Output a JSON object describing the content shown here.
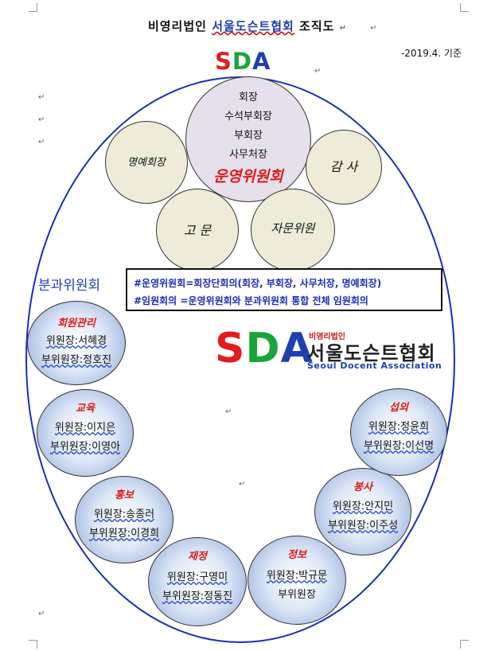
{
  "header": {
    "title_prefix": "비영리법인",
    "title_accent": "서울도슨트협회",
    "title_suffix": "조직도",
    "date": "-2019.4.  기준",
    "sda": {
      "s": "S",
      "d": "D",
      "a": "A"
    }
  },
  "pilcrow": "↵",
  "operations": {
    "main_lines": [
      "회장",
      "수석부회장",
      "부회장",
      "사무처장"
    ],
    "committee_title": "운영위원회",
    "honorary": "명예회장",
    "auditor": "감 사",
    "advisor": "고 문",
    "advisory_member": "자문위원"
  },
  "notice_box": {
    "line1": "#운영위원회=회장단회의(회장, 부회장, 사무처장, 명예회장)",
    "line2": "#임원회의   =운영위원회와 분과위원회 통합 전체 임원회의"
  },
  "division_heading": "분과위원회",
  "logo": {
    "s": "S",
    "d": "D",
    "a": "A",
    "small": "비영리법인",
    "korean": "서울도슨트협회",
    "english": "Seoul Docent Association"
  },
  "divisions": [
    {
      "name": "회원관리",
      "line1": "위원장:서혜경",
      "line2": "부위원장:정호진"
    },
    {
      "name": "교육",
      "line1": "위원장:이지은",
      "line2": "부위원장:이영아"
    },
    {
      "name": "홍보",
      "line1": "위원장:송종러",
      "line2": "부위원장:이경희"
    },
    {
      "name": "재정",
      "line1": "위원장:구영미",
      "line2": "부위원장:정동진"
    },
    {
      "name": "정보",
      "line1": "위원장:박규문",
      "line2": "부위원장"
    },
    {
      "name": "봉사",
      "line1": "위원장:안지민",
      "line2": "부위원장:이주성"
    },
    {
      "name": "섭외",
      "line1": "위원장:정윤희",
      "line2": "부위원장:이선명"
    }
  ],
  "colors": {
    "brand_red": "#e21d1d",
    "brand_green": "#1aa53a",
    "brand_blue": "#1f3fb0",
    "oval_border": "#1a2db8"
  }
}
